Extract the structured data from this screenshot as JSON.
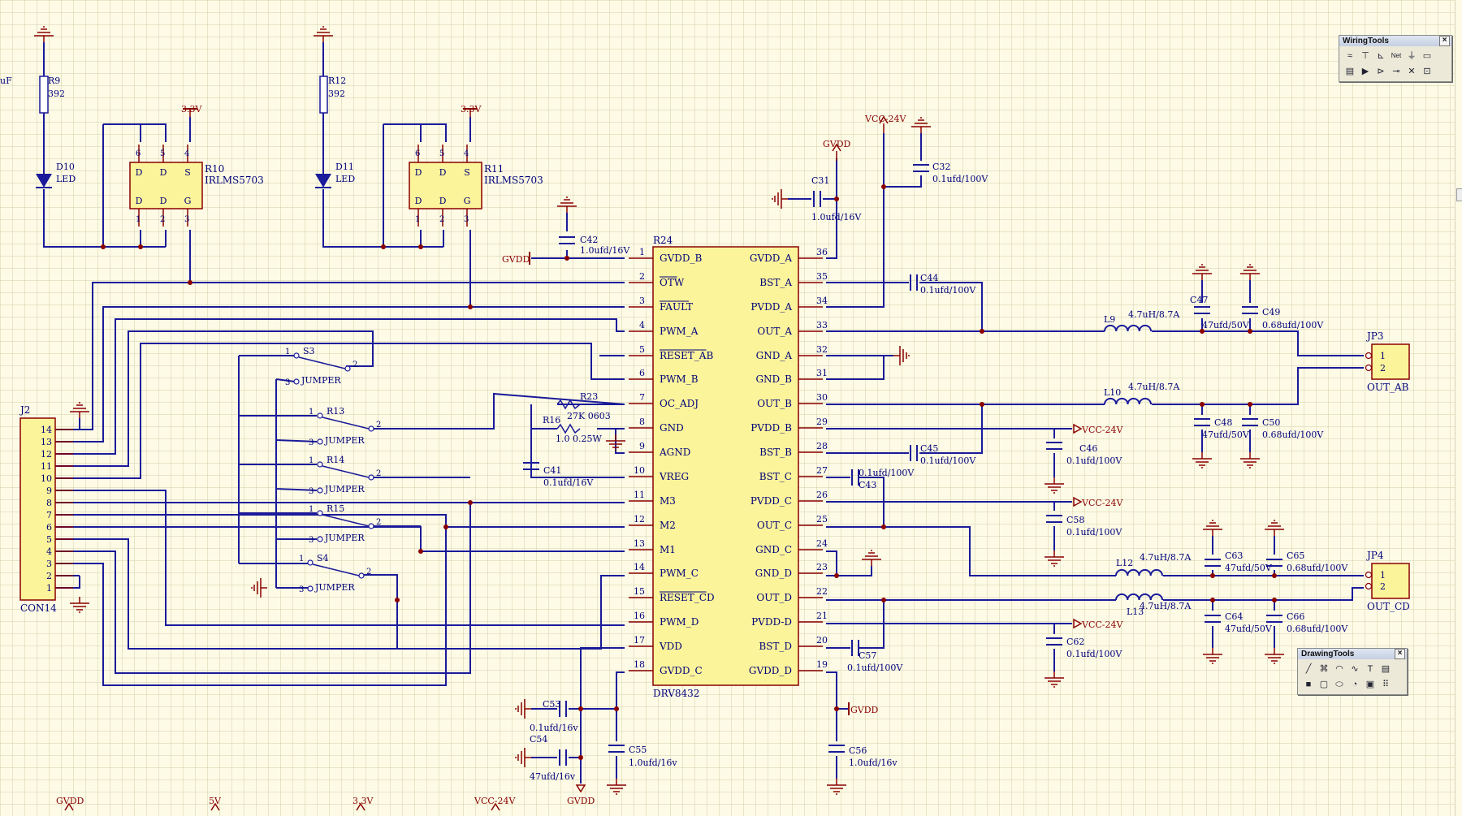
{
  "grid": {
    "minor": 15,
    "color_minor": "#cfc9a4",
    "color_major": "#b9b28a"
  },
  "colors": {
    "wire": "#1a1a9a",
    "symbol": "#8a0000",
    "text": "#00007a",
    "cap": "#1a1a9a"
  },
  "left_label": "uF",
  "ic": {
    "designator": "R24",
    "part": "DRV8432",
    "left_pins": [
      {
        "num": "1",
        "name": "GVDD_B"
      },
      {
        "num": "2",
        "name": "OTW",
        "bar": true
      },
      {
        "num": "3",
        "name": "FAULT",
        "bar": true
      },
      {
        "num": "4",
        "name": "PWM_A"
      },
      {
        "num": "5",
        "name": "RESET_AB",
        "bar": true
      },
      {
        "num": "6",
        "name": "PWM_B"
      },
      {
        "num": "7",
        "name": "OC_ADJ"
      },
      {
        "num": "8",
        "name": "GND"
      },
      {
        "num": "9",
        "name": "AGND"
      },
      {
        "num": "10",
        "name": "VREG"
      },
      {
        "num": "11",
        "name": "M3"
      },
      {
        "num": "12",
        "name": "M2"
      },
      {
        "num": "13",
        "name": "M1"
      },
      {
        "num": "14",
        "name": "PWM_C"
      },
      {
        "num": "15",
        "name": "RESET_CD",
        "bar": true
      },
      {
        "num": "16",
        "name": "PWM_D"
      },
      {
        "num": "17",
        "name": "VDD"
      },
      {
        "num": "18",
        "name": "GVDD_C"
      }
    ],
    "right_pins": [
      {
        "num": "36",
        "name": "GVDD_A"
      },
      {
        "num": "35",
        "name": "BST_A"
      },
      {
        "num": "34",
        "name": "PVDD_A"
      },
      {
        "num": "33",
        "name": "OUT_A"
      },
      {
        "num": "32",
        "name": "GND_A"
      },
      {
        "num": "31",
        "name": "GND_B"
      },
      {
        "num": "30",
        "name": "OUT_B"
      },
      {
        "num": "29",
        "name": "PVDD_B"
      },
      {
        "num": "28",
        "name": "BST_B"
      },
      {
        "num": "27",
        "name": "BST_C"
      },
      {
        "num": "26",
        "name": "PVDD_C"
      },
      {
        "num": "25",
        "name": "OUT_C"
      },
      {
        "num": "24",
        "name": "GND_C"
      },
      {
        "num": "23",
        "name": "GND_D"
      },
      {
        "num": "22",
        "name": "OUT_D"
      },
      {
        "num": "21",
        "name": "PVDD-D"
      },
      {
        "num": "20",
        "name": "BST_D"
      },
      {
        "num": "19",
        "name": "GVDD_D"
      }
    ]
  },
  "j2": {
    "designator": "J2",
    "part": "CON14",
    "pins": [
      "14",
      "13",
      "12",
      "11",
      "10",
      "9",
      "8",
      "7",
      "6",
      "5",
      "4",
      "3",
      "2",
      "1"
    ]
  },
  "jp3": {
    "designator": "JP3",
    "part": "OUT_AB",
    "pins": [
      "1",
      "2"
    ]
  },
  "jp4": {
    "designator": "JP4",
    "part": "OUT_CD",
    "pins": [
      "1",
      "2"
    ]
  },
  "mosfets": [
    {
      "designator": "R10",
      "part": "IRLMS5703",
      "top_pins": [
        "6",
        "5",
        "4"
      ],
      "bottom_pins": [
        "1",
        "2",
        "3"
      ],
      "top_letters": [
        "D",
        "D",
        "S"
      ],
      "bottom_letters": [
        "D",
        "D",
        "G"
      ]
    },
    {
      "designator": "R11",
      "part": "IRLMS5703",
      "top_pins": [
        "6",
        "5",
        "4"
      ],
      "bottom_pins": [
        "1",
        "2",
        "3"
      ],
      "top_letters": [
        "D",
        "D",
        "S"
      ],
      "bottom_letters": [
        "D",
        "D",
        "G"
      ]
    }
  ],
  "jumpers": [
    {
      "designator": "S3",
      "part": "JUMPER",
      "pins": [
        "1",
        "2",
        "3"
      ]
    },
    {
      "designator": "R13",
      "part": "JUMPER",
      "pins": [
        "1",
        "2",
        "3"
      ]
    },
    {
      "designator": "R14",
      "part": "JUMPER",
      "pins": [
        "1",
        "2",
        "3"
      ]
    },
    {
      "designator": "R15",
      "part": "JUMPER",
      "pins": [
        "1",
        "2",
        "3"
      ]
    },
    {
      "designator": "S4",
      "part": "JUMPER",
      "pins": [
        "1",
        "2",
        "3"
      ]
    }
  ],
  "labels": [
    {
      "id": "r9",
      "text": "R9"
    },
    {
      "id": "r9v",
      "text": "392"
    },
    {
      "id": "d10",
      "text": "D10"
    },
    {
      "id": "d10v",
      "text": "LED"
    },
    {
      "id": "r12",
      "text": "R12"
    },
    {
      "id": "r12v",
      "text": "392"
    },
    {
      "id": "d11",
      "text": "D11"
    },
    {
      "id": "d11v",
      "text": "LED"
    },
    {
      "id": "p33a",
      "text": "3.3V"
    },
    {
      "id": "p33b",
      "text": "3.3V"
    },
    {
      "id": "c42",
      "text": "C42"
    },
    {
      "id": "c42v",
      "text": "1.0ufd/16V"
    },
    {
      "id": "gvddL",
      "text": "GVDD"
    },
    {
      "id": "gvddT",
      "text": "GVDD"
    },
    {
      "id": "c31",
      "text": "C31"
    },
    {
      "id": "c31v",
      "text": "1.0ufd/16V"
    },
    {
      "id": "vcc24T",
      "text": "VCC-24V"
    },
    {
      "id": "c32",
      "text": "C32"
    },
    {
      "id": "c32v",
      "text": "0.1ufd/100V"
    },
    {
      "id": "c44",
      "text": "C44"
    },
    {
      "id": "c44v",
      "text": "0.1ufd/100V"
    },
    {
      "id": "l9",
      "text": "L9"
    },
    {
      "id": "l9v",
      "text": "4.7uH/8.7A"
    },
    {
      "id": "c47",
      "text": "C47"
    },
    {
      "id": "c47v",
      "text": "47ufd/50V"
    },
    {
      "id": "c49",
      "text": "C49"
    },
    {
      "id": "c49v",
      "text": "0.68ufd/100V"
    },
    {
      "id": "l10",
      "text": "L10"
    },
    {
      "id": "l10v",
      "text": "4.7uH/8.7A"
    },
    {
      "id": "c48",
      "text": "C48"
    },
    {
      "id": "c48v",
      "text": "47ufd/50V"
    },
    {
      "id": "c50",
      "text": "C50"
    },
    {
      "id": "c50v",
      "text": "0.68ufd/100V"
    },
    {
      "id": "vccB",
      "text": "VCC-24V"
    },
    {
      "id": "c46",
      "text": "C46"
    },
    {
      "id": "c46v",
      "text": "0.1ufd/100V"
    },
    {
      "id": "c45",
      "text": "C45"
    },
    {
      "id": "c45v",
      "text": "0.1ufd/100V"
    },
    {
      "id": "c43",
      "text": "C43"
    },
    {
      "id": "c43v",
      "text": "0.1ufd/100V"
    },
    {
      "id": "vccC",
      "text": "VCC-24V"
    },
    {
      "id": "c58",
      "text": "C58"
    },
    {
      "id": "c58v",
      "text": "0.1ufd/100V"
    },
    {
      "id": "l12",
      "text": "L12"
    },
    {
      "id": "l12v",
      "text": "4.7uH/8.7A"
    },
    {
      "id": "c63",
      "text": "C63"
    },
    {
      "id": "c63v",
      "text": "47ufd/50V"
    },
    {
      "id": "c65",
      "text": "C65"
    },
    {
      "id": "c65v",
      "text": "0.68ufd/100V"
    },
    {
      "id": "l13",
      "text": "L13"
    },
    {
      "id": "l13v",
      "text": "4.7uH/8.7A"
    },
    {
      "id": "c64",
      "text": "C64"
    },
    {
      "id": "c64v",
      "text": "47ufd/50V"
    },
    {
      "id": "c66",
      "text": "C66"
    },
    {
      "id": "c66v",
      "text": "0.68ufd/100V"
    },
    {
      "id": "vccD",
      "text": "VCC-24V"
    },
    {
      "id": "c62",
      "text": "C62"
    },
    {
      "id": "c62v",
      "text": "0.1ufd/100V"
    },
    {
      "id": "c57",
      "text": "C57"
    },
    {
      "id": "c57v",
      "text": "0.1ufd/100V"
    },
    {
      "id": "gvddR",
      "text": "GVDD"
    },
    {
      "id": "c56",
      "text": "C56"
    },
    {
      "id": "c56v",
      "text": "1.0ufd/16v"
    },
    {
      "id": "r23",
      "text": "R23"
    },
    {
      "id": "r23v",
      "text": "27K 0603"
    },
    {
      "id": "r16",
      "text": "R16"
    },
    {
      "id": "r16v",
      "text": "1.0 0.25W"
    },
    {
      "id": "c41",
      "text": "C41"
    },
    {
      "id": "c41v",
      "text": "0.1ufd/16V"
    },
    {
      "id": "c53",
      "text": "C53"
    },
    {
      "id": "c53v",
      "text": "0.1ufd/16v"
    },
    {
      "id": "c54",
      "text": "C54"
    },
    {
      "id": "c54v",
      "text": "47ufd/16v"
    },
    {
      "id": "c55",
      "text": "C55"
    },
    {
      "id": "c55v",
      "text": "1.0ufd/16v"
    },
    {
      "id": "gvddB",
      "text": "GVDD"
    },
    {
      "id": "b_gvdd",
      "text": "GVDD"
    },
    {
      "id": "b_5v",
      "text": "5V"
    },
    {
      "id": "b_33",
      "text": "3.3V"
    },
    {
      "id": "b_vcc",
      "text": "VCC-24V"
    },
    {
      "id": "b_gvdd2",
      "text": "GVDD"
    }
  ],
  "wiring_tools": {
    "title": "WiringTools",
    "close": "×",
    "buttons": [
      {
        "name": "wire-tool-icon",
        "glyph": "≈"
      },
      {
        "name": "bus-tool-icon",
        "glyph": "⊤"
      },
      {
        "name": "bus-entry-icon",
        "glyph": "⊾"
      },
      {
        "name": "net-label-icon",
        "glyph": "Net"
      },
      {
        "name": "power-port-icon",
        "glyph": "⏚"
      },
      {
        "name": "part-tool-icon",
        "glyph": "▭"
      },
      {
        "name": "sheet-symbol-icon",
        "glyph": "▤"
      },
      {
        "name": "sheet-entry-icon",
        "glyph": "▶"
      },
      {
        "name": "port-tool-icon",
        "glyph": "⊳"
      },
      {
        "name": "junction-icon",
        "glyph": "⊸"
      },
      {
        "name": "no-erc-icon",
        "glyph": "✕"
      },
      {
        "name": "probe-icon",
        "glyph": "⊡"
      }
    ]
  },
  "drawing_tools": {
    "title": "DrawingTools",
    "close": "×",
    "buttons": [
      {
        "name": "line-tool-icon",
        "glyph": "╱"
      },
      {
        "name": "polygon-tool-icon",
        "glyph": "⌘"
      },
      {
        "name": "arc-tool-icon",
        "glyph": "◠"
      },
      {
        "name": "bezier-tool-icon",
        "glyph": "∿"
      },
      {
        "name": "text-tool-icon",
        "glyph": "T"
      },
      {
        "name": "textframe-tool-icon",
        "glyph": "▤"
      },
      {
        "name": "rectangle-tool-icon",
        "glyph": "■"
      },
      {
        "name": "roundrect-tool-icon",
        "glyph": "▢"
      },
      {
        "name": "ellipse-tool-icon",
        "glyph": "⬭"
      },
      {
        "name": "pie-tool-icon",
        "glyph": "◔"
      },
      {
        "name": "image-tool-icon",
        "glyph": "▣"
      },
      {
        "name": "array-tool-icon",
        "glyph": "⠿"
      }
    ]
  }
}
